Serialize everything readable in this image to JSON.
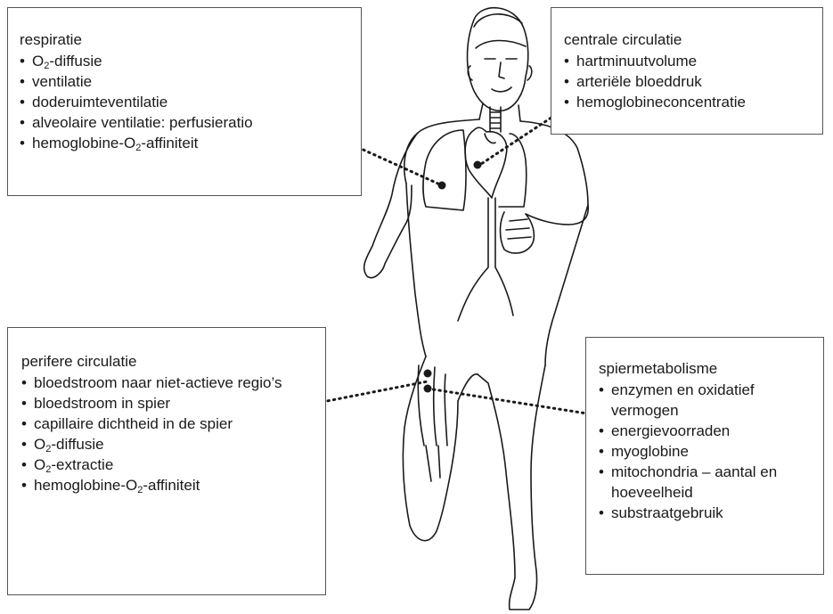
{
  "palette": {
    "ink": "#1a1a1a",
    "box_border": "#555555",
    "background": "#ffffff"
  },
  "figure_icon": "running-man-line-drawing",
  "boxes": {
    "respiration": {
      "title": "respiratie",
      "items": [
        [
          "O",
          "2",
          "-diffusie"
        ],
        [
          "ventilatie"
        ],
        [
          "doderuimteventilatie"
        ],
        [
          "alveolaire ventilatie: perfusieratio"
        ],
        [
          "hemoglobine-O",
          "2",
          "-affiniteit"
        ]
      ]
    },
    "central_circulation": {
      "title": "centrale circulatie",
      "items": [
        [
          "hartminuutvolume"
        ],
        [
          "arteriële bloeddruk"
        ],
        [
          "hemoglobineconcentratie"
        ]
      ]
    },
    "peripheral_circulation": {
      "title": "perifere circulatie",
      "items": [
        [
          "bloedstroom naar niet-actieve regio’s"
        ],
        [
          "bloedstroom in spier"
        ],
        [
          "capillaire dichtheid in de spier"
        ],
        [
          "O",
          "2",
          "-diffusie"
        ],
        [
          "O",
          "2",
          "-extractie"
        ],
        [
          "hemoglobine-O",
          "2",
          "-affiniteit"
        ]
      ]
    },
    "muscle_metabolism": {
      "title": "spiermetabolisme",
      "items": [
        [
          "enzymen en oxidatief vermogen"
        ],
        [
          "energievoorraden"
        ],
        [
          "myoglobine"
        ],
        [
          "mitochondria – aantal en hoeveelheid"
        ],
        [
          "substraatgebruik"
        ]
      ]
    }
  }
}
